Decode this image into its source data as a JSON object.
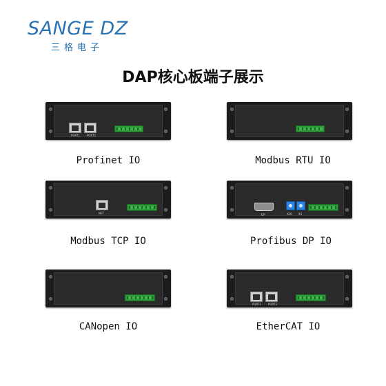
{
  "logo": {
    "name": "SANGE DZ",
    "sub": "三格电子"
  },
  "title": "DAP核心板端子展示",
  "devices": [
    {
      "label": "Profinet IO",
      "port1": "PORT1",
      "port2": "PORT2"
    },
    {
      "label": "Modbus RTU IO"
    },
    {
      "label": "Modbus TCP IO",
      "net": "NET"
    },
    {
      "label": "Profibus DP IO",
      "dp": "DP",
      "x10": "X10",
      "x1": "X1"
    },
    {
      "label": "CANopen IO"
    },
    {
      "label": "EtherCAT IO",
      "port1": "PORT1",
      "port2": "PORT2"
    }
  ],
  "colors": {
    "brand": "#2a72b0",
    "terminal": "#2e9a3a",
    "dip": "#2b86e0"
  }
}
